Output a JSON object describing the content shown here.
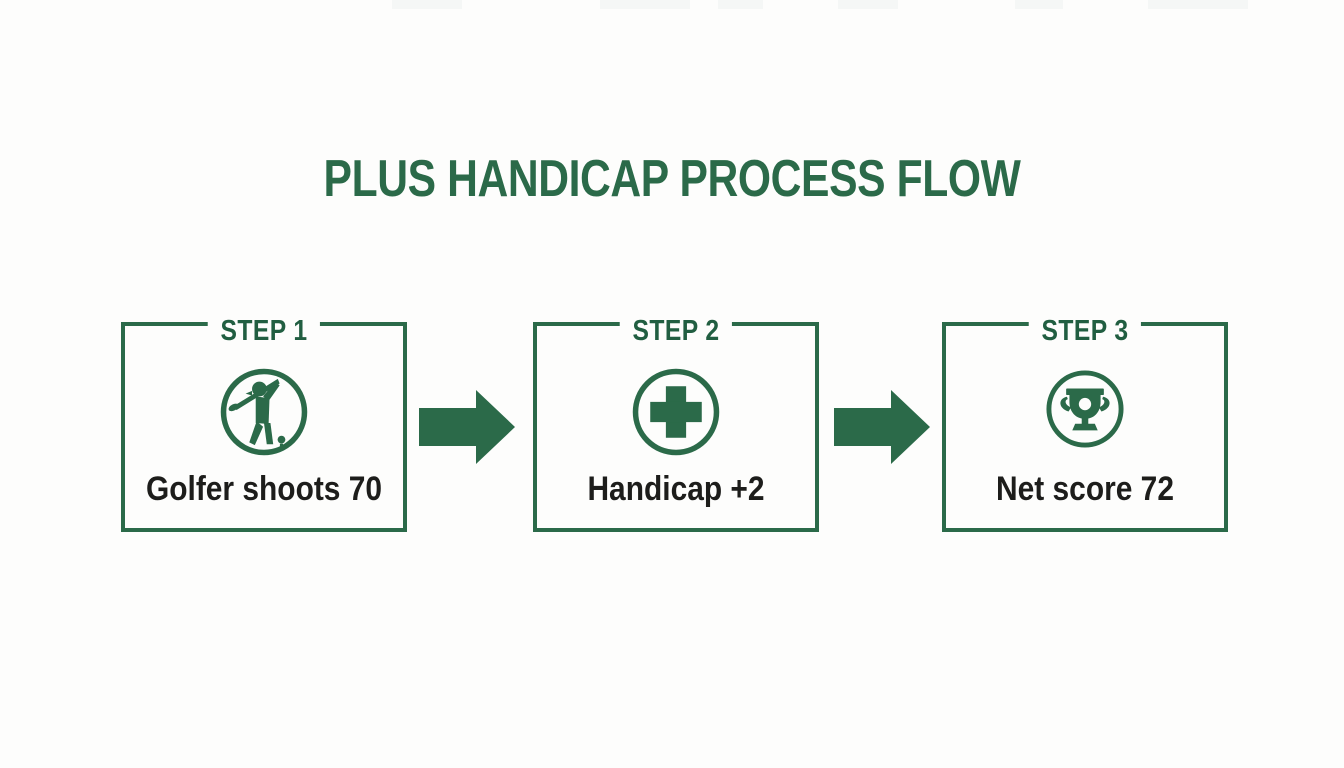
{
  "page": {
    "title": "PLUS HANDICAP PROCESS FLOW",
    "background_color": "#fdfdfc",
    "accent_green": "#2b6a49",
    "step_label_green": "#215e41",
    "text_color": "#1d1d1b"
  },
  "steps": [
    {
      "label": "STEP 1",
      "icon": "golfer-swing-icon",
      "caption": "Golfer shoots 70"
    },
    {
      "label": "STEP 2",
      "icon": "plus-circle-icon",
      "caption": "Handicap +2"
    },
    {
      "label": "STEP 3",
      "icon": "trophy-icon",
      "caption": "Net score 72"
    }
  ],
  "arrows": [
    {
      "icon": "right-arrow-icon"
    },
    {
      "icon": "right-arrow-icon"
    }
  ]
}
